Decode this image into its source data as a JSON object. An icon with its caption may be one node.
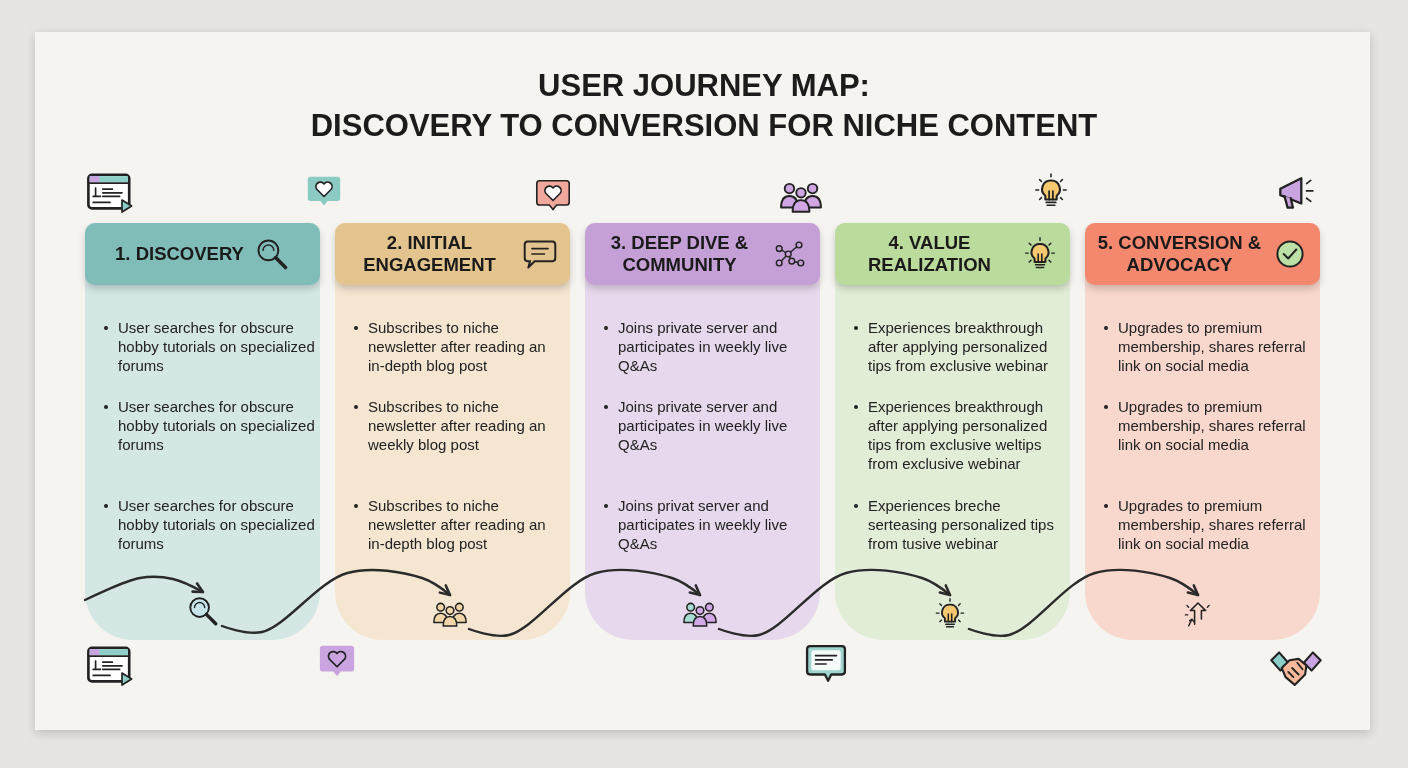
{
  "diagram": {
    "title": "USER JOURNEY MAP: DISCOVERY TO CONVERSION FOR NICHE CONTENT",
    "nodes": [
      {
        "text": [
          "User searches for obscure hobby tutorials on specialized forums",
          "User searches for obscure hobby tutorials on specialized forums",
          "User searches for obscure hobby tutorials on specialized forums"
        ]
      },
      {
        "text": [
          "1. DISCOVERY"
        ],
        "in": 0
      },
      {
        "text": [],
        "shape": "picture",
        "in": 0
      },
      {
        "text": [
          "Subscribes to niche newsletter after reading an in-depth blog post",
          "Subscribes to niche newsletter after reading an weekly blog post",
          "Subscribes to niche newsletter after reading an in-depth blog post"
        ]
      },
      {
        "text": [
          "2. INITIAL ENGAGEMENT"
        ],
        "in": 3
      },
      {
        "text": [],
        "shape": "picture",
        "in": 3
      },
      {
        "text": [
          "Joins private server and participates in weekly live Q&As",
          "Joins private server and participates in weekly live Q&As",
          "Joins privat server and participates in weekly live Q&As"
        ]
      },
      {
        "text": [
          "3. DEEP DIVE & COMMUNITY"
        ],
        "in": 6
      },
      {
        "text": [],
        "shape": "picture",
        "in": 6
      },
      {
        "text": [
          "Experiences breakthrough after applying personalized tips from exclusive webinar",
          "Experiences breakthrough after applying personalized tips from exclusive weltips from exclusive webinar",
          "Experiences breche serteasing personalized tips from tusive webinar"
        ]
      },
      {
        "text": [
          "4. VALUE REALIZATION"
        ],
        "in": 9
      },
      {
        "text": [],
        "shape": "picture",
        "in": 9
      },
      {
        "text": [
          "Upgrades to premium membership, shares referral link on social media",
          "Upgrades to premium membership, shares referral link on social media",
          "Upgrades to premium membership, shares referral link on social media"
        ]
      },
      {
        "text": [
          "5. CONVERSION & ADVOCACY"
        ],
        "in": 12
      },
      {
        "text": [],
        "shape": "picture",
        "in": 12
      }
    ],
    "edges": [
      {
        "from": null,
        "to": 2,
        "arrow": "to"
      },
      {
        "from": 2,
        "to": 5,
        "arrow": "to"
      },
      {
        "from": 5,
        "to": 8,
        "arrow": "to"
      },
      {
        "from": 8,
        "to": 11,
        "arrow": "to"
      },
      {
        "from": 11,
        "to": 14,
        "arrow": "to"
      }
    ]
  }
}
